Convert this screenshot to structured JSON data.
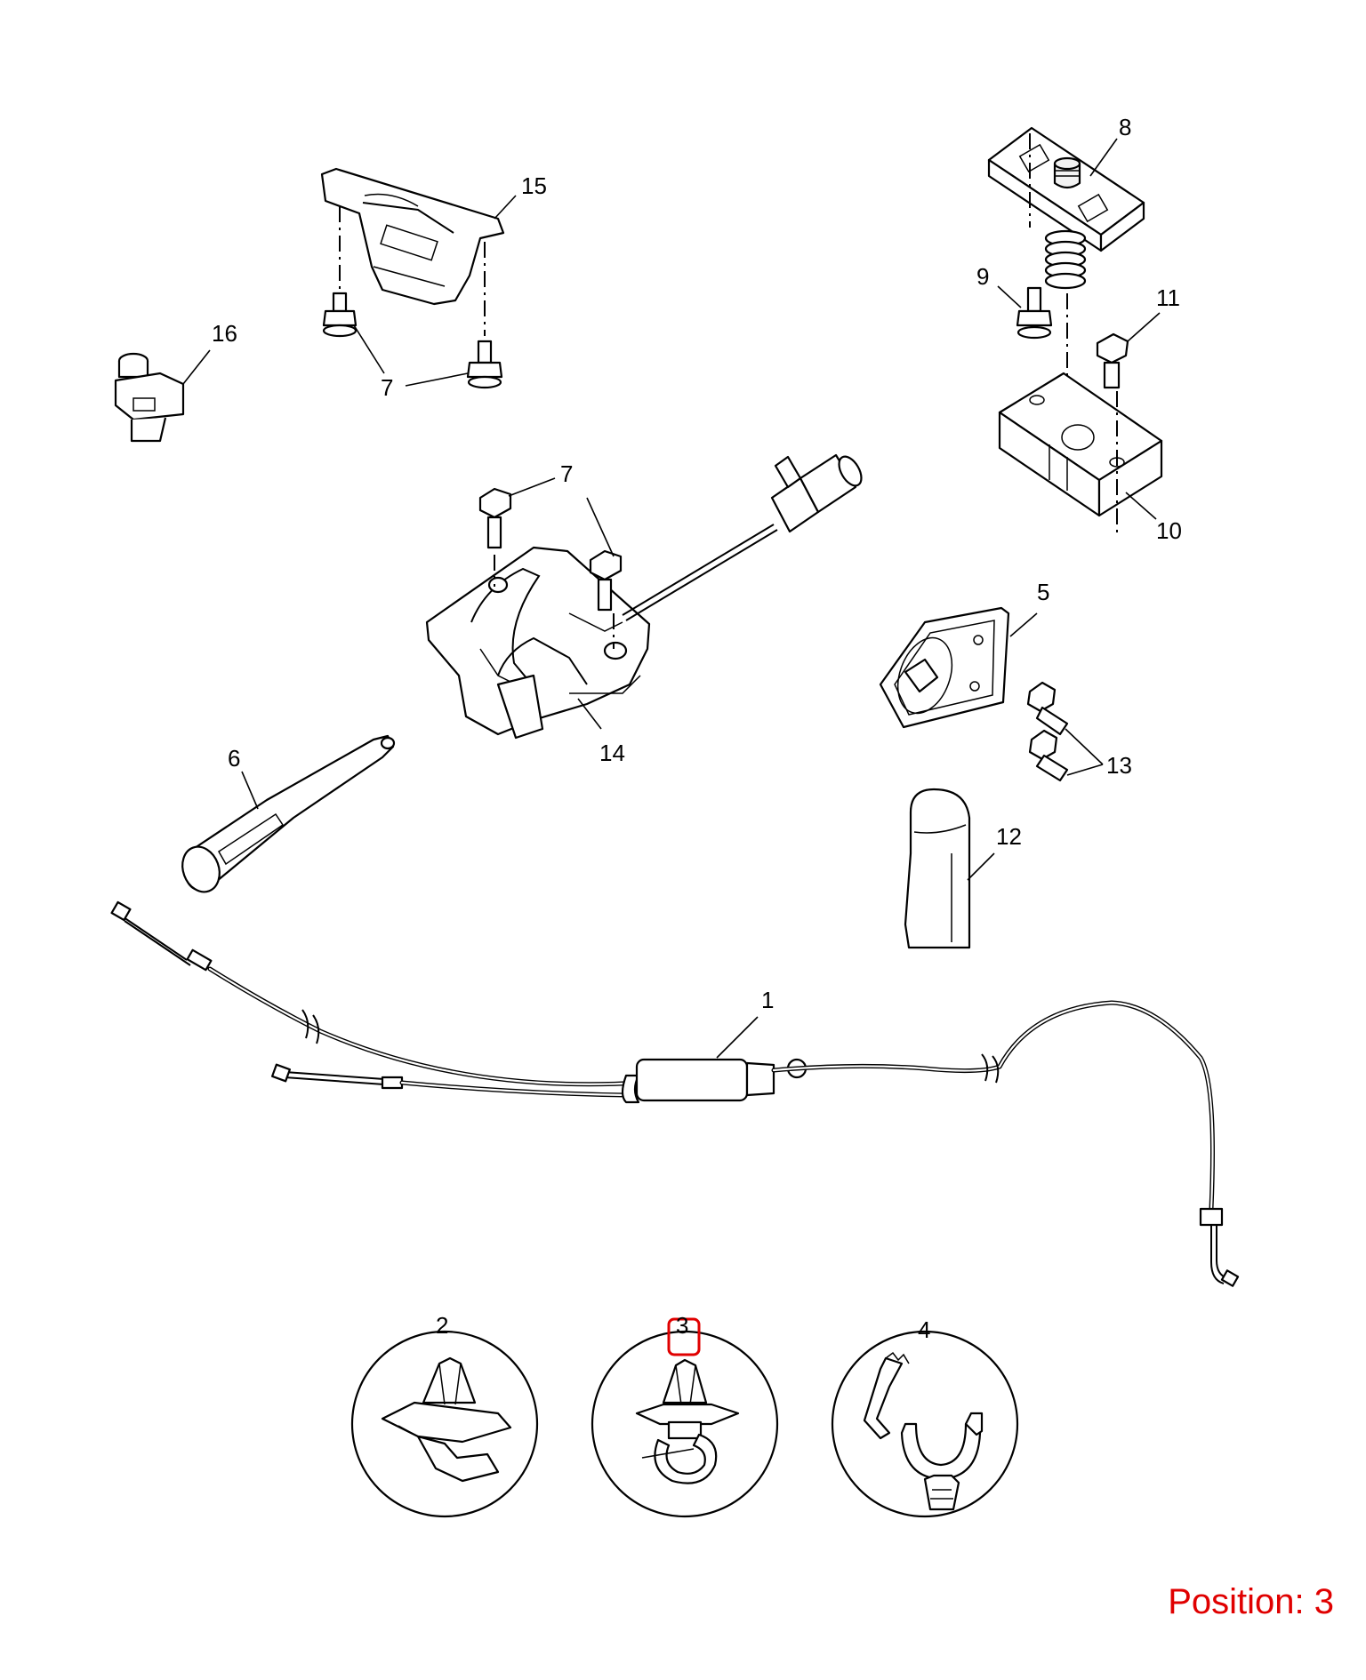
{
  "callouts": {
    "c1": "1",
    "c2": "2",
    "c3": "3",
    "c4": "4",
    "c5": "5",
    "c6": "6",
    "c7a": "7",
    "c7b": "7",
    "c8": "8",
    "c9": "9",
    "c10": "10",
    "c11": "11",
    "c12": "12",
    "c13": "13",
    "c14": "14",
    "c15": "15",
    "c16": "16"
  },
  "position": {
    "text": "Position: 3"
  },
  "highlight": {
    "selected_callout": "3",
    "color": "#e00000"
  },
  "colors": {
    "line": "#000000",
    "background": "#ffffff",
    "highlight": "#e00000"
  }
}
